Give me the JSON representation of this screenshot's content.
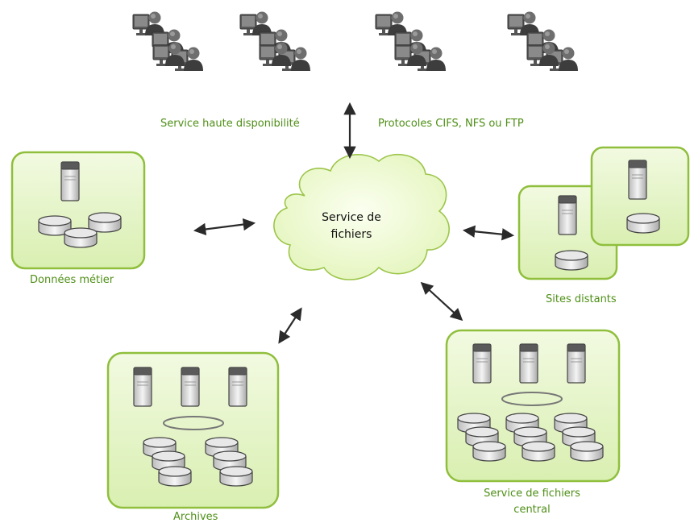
{
  "labels": {
    "high_availability": "Service haute disponibilité",
    "protocols": "Protocoles CIFS, NFS ou FTP",
    "cloud_line1": "Service de",
    "cloud_line2": "fichiers",
    "business_data": "Données métier",
    "remote_sites": "Sites distants",
    "archives": "Archives",
    "central_line1": "Service de fichiers",
    "central_line2": "central"
  },
  "colors": {
    "box_fill": "#e3f4c3",
    "box_stroke": "#8fbf3c",
    "label_green": "#4e8f16",
    "cloud_fill": "#eef9cf",
    "cloud_stroke": "#9cc54a"
  },
  "icons": [
    "server-icon",
    "database-icon",
    "user-workstation-icon",
    "cloud-icon",
    "double-arrow-icon"
  ]
}
